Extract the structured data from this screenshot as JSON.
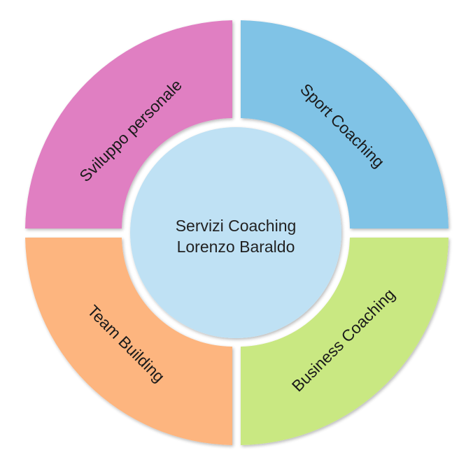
{
  "center": {
    "line1": "Servizi Coaching",
    "line2": "Lorenzo Baraldo",
    "color": "#bfe1f4"
  },
  "segments": [
    {
      "id": "top-left",
      "label": "Sviluppo personale",
      "color": "#e07fc2"
    },
    {
      "id": "top-right",
      "label": "Sport Coaching",
      "color": "#80c3e6"
    },
    {
      "id": "bottom-right",
      "label": "Business Coaching",
      "color": "#c9e882"
    },
    {
      "id": "bottom-left",
      "label": "Team Building",
      "color": "#fdb57f"
    }
  ]
}
